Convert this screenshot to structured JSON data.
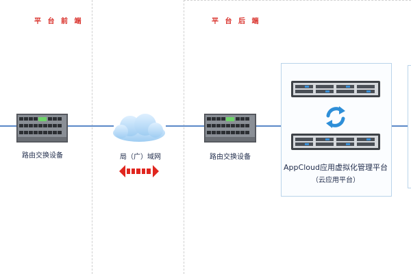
{
  "sections": {
    "front": "平 台 前 端",
    "back": "平 台 后 端"
  },
  "nodes": {
    "switch_left": "路由交换设备",
    "switch_right": "路由交换设备",
    "network": "局（广）域网",
    "platform_line1": "AppCloud应用虚拟化管理平台",
    "platform_line2": "（云应用平台）"
  },
  "icons": {
    "switch": "network-switch-icon",
    "cloud": "cloud-icon",
    "arrow": "bidirectional-arrow-icon",
    "server": "rack-server-icon",
    "sync": "sync-arrows-icon"
  },
  "colors": {
    "section_label": "#d9302a",
    "link": "#5a88c8",
    "arrow": "#e0261f",
    "sync": "#2e8fd8",
    "box_border": "#b9d3ea"
  }
}
